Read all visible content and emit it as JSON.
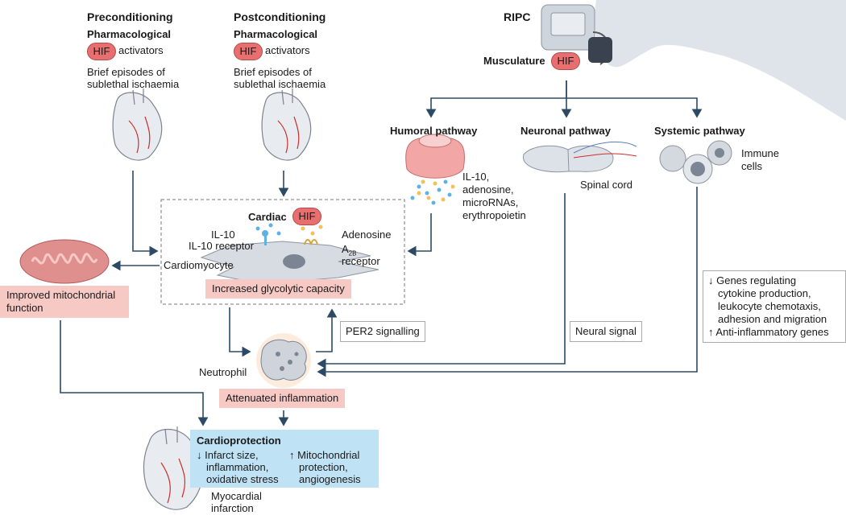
{
  "pre": {
    "title": "Preconditioning",
    "pharm": "Pharmacological",
    "hif": "HIF",
    "activators": "activators",
    "brief1": "Brief episodes of",
    "brief2": "sublethal ischaemia"
  },
  "post": {
    "title": "Postconditioning",
    "pharm": "Pharmacological",
    "hif": "HIF",
    "activators": "activators",
    "brief1": "Brief episodes of",
    "brief2": "sublethal ischaemia"
  },
  "ripc": {
    "title": "RIPC",
    "musculature": "Musculature",
    "hif": "HIF"
  },
  "humoral": {
    "title": "Humoral pathway",
    "l1": "IL-10,",
    "l2": "adenosine,",
    "l3": "microRNAs,",
    "l4": "erythropoietin"
  },
  "neuronal": {
    "title": "Neuronal pathway",
    "spinal": "Spinal cord",
    "signal": "Neural signal"
  },
  "systemic": {
    "title": "Systemic pathway",
    "immune1": "Immune",
    "immune2": "cells",
    "genes1": "↓ Genes regulating",
    "genes2": "cytokine production,",
    "genes3": "leukocyte chemotaxis,",
    "genes4": "adhesion and migration",
    "genes5": "↑ Anti-inflammatory genes"
  },
  "cardiac": {
    "title": "Cardiac",
    "hif": "HIF",
    "il10": "IL-10",
    "il10r": "IL-10 receptor",
    "adenosine": "Adenosine",
    "a2b_a": "A",
    "a2b_sub": "2B",
    "a2b_rec": "receptor",
    "cardiomyocyte": "Cardiomyocyte",
    "glyco": "Increased glycolytic capacity"
  },
  "mito": {
    "l1": "Improved mitochondrial",
    "l2": "function"
  },
  "per2": "PER2 signalling",
  "neutrophil": "Neutrophil",
  "inflammation": "Attenuated inflammation",
  "cardio": {
    "title": "Cardioprotection",
    "left1": "↓ Infarct size,",
    "left2": "inflammation,",
    "left3": "oxidative stress",
    "right1": "↑ Mitochondrial",
    "right2": "protection,",
    "right3": "angiogenesis"
  },
  "mi": {
    "l1": "Myocardial",
    "l2": "infarction"
  },
  "colors": {
    "arrow": "#2c4a66",
    "hif": "#e86f6f",
    "pink": "#f6c9c5",
    "blue": "#bfe3f5"
  }
}
